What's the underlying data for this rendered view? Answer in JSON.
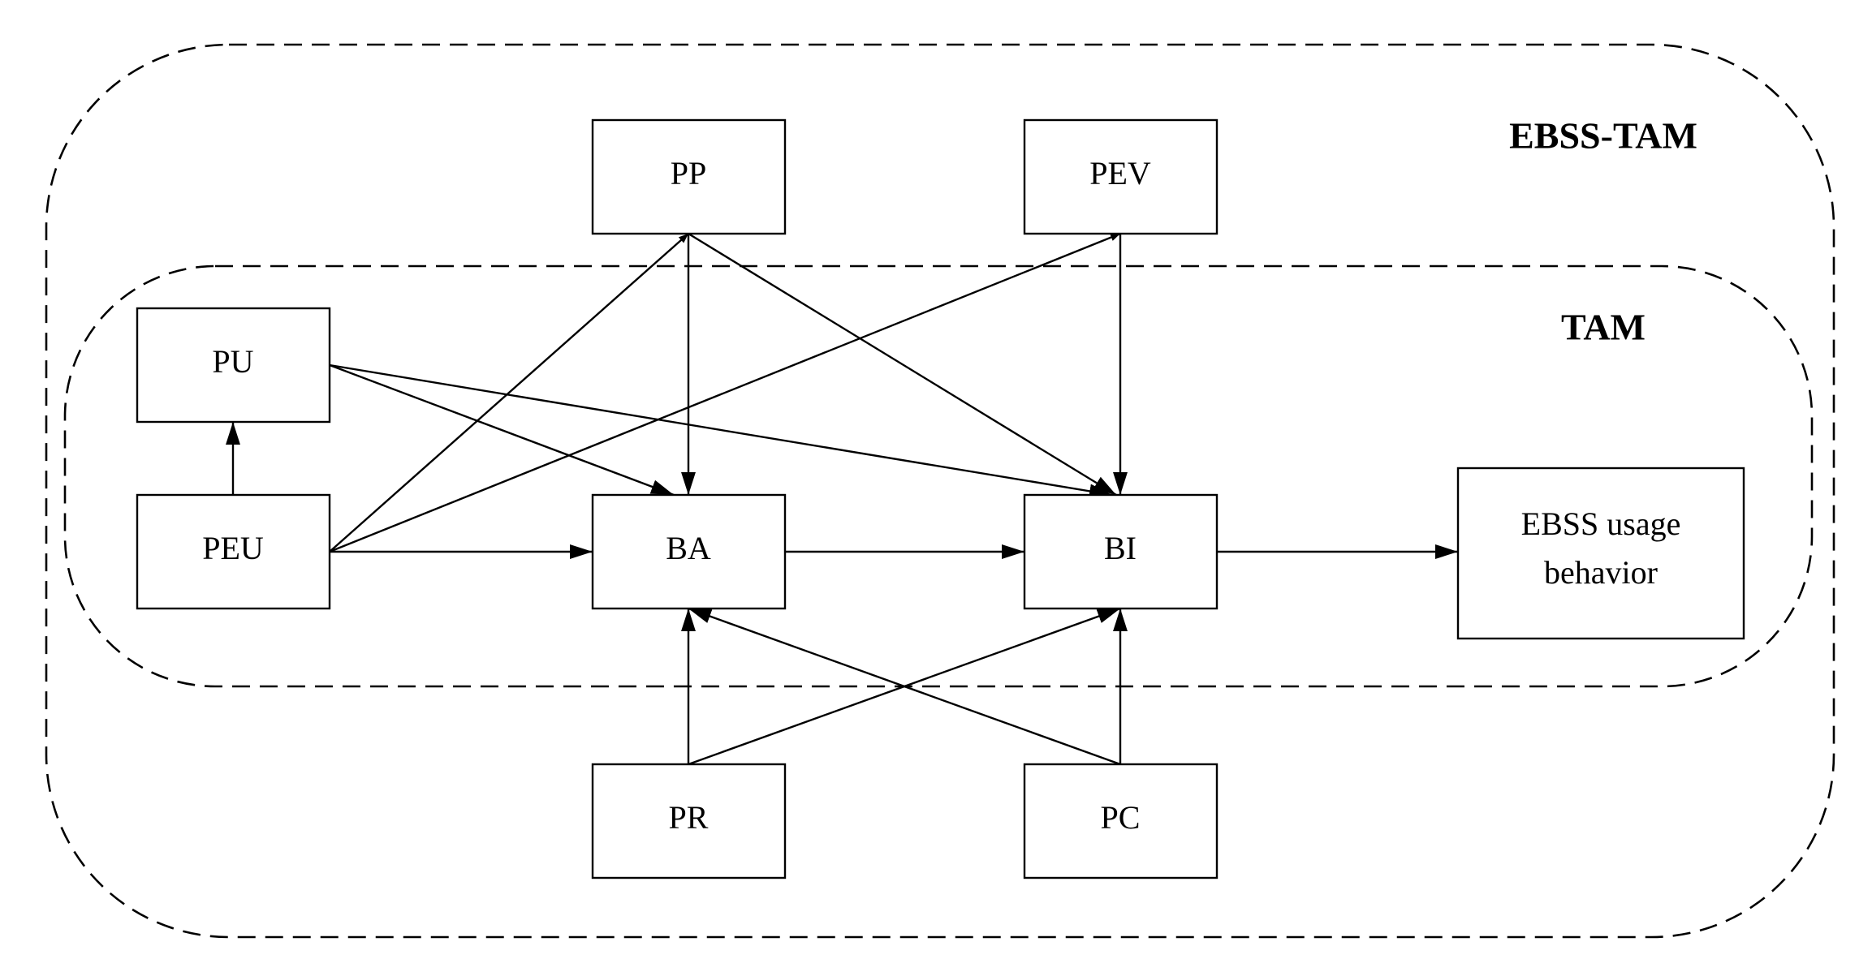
{
  "groups": {
    "outer": {
      "title": "EBSS-TAM"
    },
    "inner": {
      "title": "TAM"
    }
  },
  "nodes": {
    "PP": {
      "label": "PP"
    },
    "PEV": {
      "label": "PEV"
    },
    "PU": {
      "label": "PU"
    },
    "PEU": {
      "label": "PEU"
    },
    "BA": {
      "label": "BA"
    },
    "BI": {
      "label": "BI"
    },
    "EBSS": {
      "label_line1": "EBSS usage",
      "label_line2": "behavior"
    },
    "PR": {
      "label": "PR"
    },
    "PC": {
      "label": "PC"
    }
  },
  "edges": [
    {
      "from": "PEU",
      "to": "PU"
    },
    {
      "from": "PEU",
      "to": "BA"
    },
    {
      "from": "PEU",
      "to": "PP"
    },
    {
      "from": "PEU",
      "to": "PEV"
    },
    {
      "from": "PU",
      "to": "BA"
    },
    {
      "from": "PU",
      "to": "BI"
    },
    {
      "from": "PP",
      "to": "BA"
    },
    {
      "from": "PP",
      "to": "BI"
    },
    {
      "from": "PEV",
      "to": "BI"
    },
    {
      "from": "BA",
      "to": "BI"
    },
    {
      "from": "BI",
      "to": "EBSS"
    },
    {
      "from": "PR",
      "to": "BA"
    },
    {
      "from": "PR",
      "to": "BI"
    },
    {
      "from": "PC",
      "to": "BA"
    },
    {
      "from": "PC",
      "to": "BI"
    }
  ]
}
